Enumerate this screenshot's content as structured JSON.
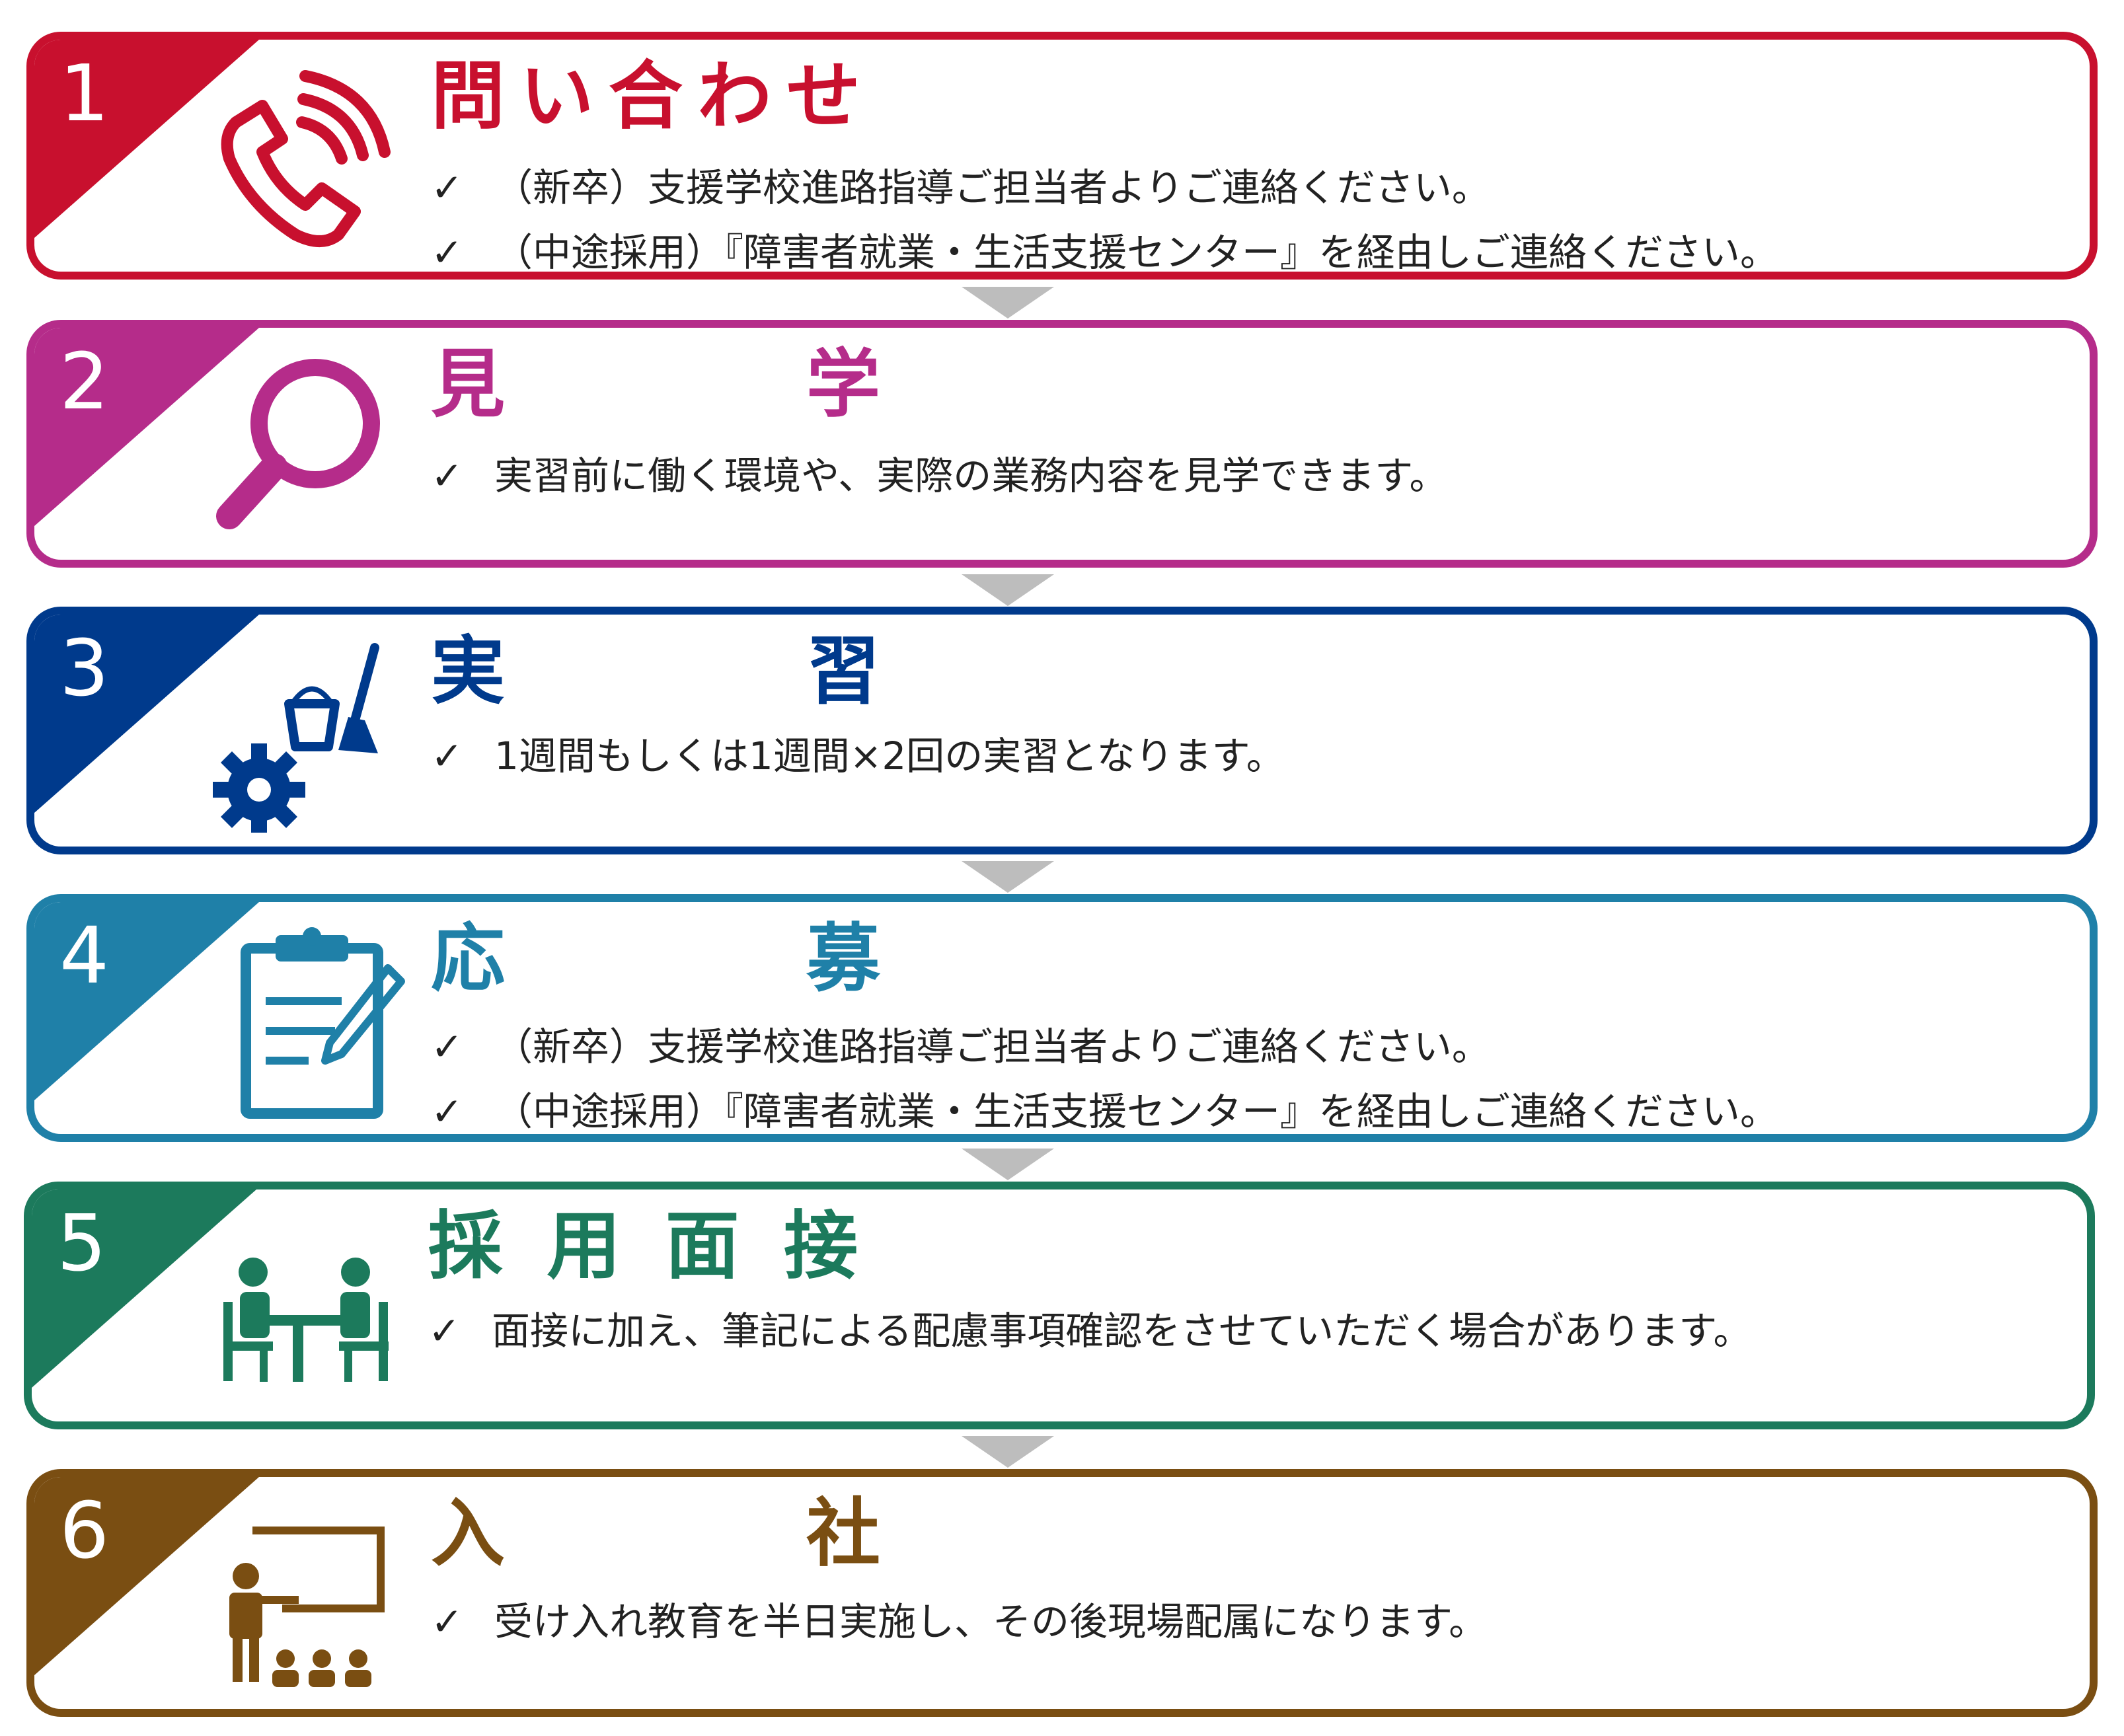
{
  "steps": [
    {
      "number": "1",
      "color": "#c8102e",
      "icon": "phone-icon",
      "title_chars": [
        "問",
        "い",
        "合",
        "わ",
        "せ"
      ],
      "bullets": [
        {
          "mark": "✓",
          "text": "（新卒）支援学校進路指導ご担当者よりご連絡ください。"
        },
        {
          "mark": "✓",
          "text": "（中途採用）『障害者就業・生活支援センター』を経由しご連絡ください。"
        }
      ]
    },
    {
      "number": "2",
      "color": "#b52c8a",
      "icon": "magnifier-icon",
      "title_chars": [
        "見",
        "学"
      ],
      "bullets": [
        {
          "mark": "✓",
          "text": "実習前に働く環境や、実際の業務内容を見学できます。"
        }
      ]
    },
    {
      "number": "3",
      "color": "#003a8c",
      "icon": "cleaning-gear-icon",
      "title_chars": [
        "実",
        "習"
      ],
      "bullets": [
        {
          "mark": "✓",
          "text": "1週間もしくは1週間×2回の実習となります。"
        }
      ]
    },
    {
      "number": "4",
      "color": "#1f80a8",
      "icon": "clipboard-pen-icon",
      "title_chars": [
        "応",
        "募"
      ],
      "bullets": [
        {
          "mark": "✓",
          "text": "（新卒）支援学校進路指導ご担当者よりご連絡ください。"
        },
        {
          "mark": "✓",
          "text": "（中途採用）『障害者就業・生活支援センター』を経由しご連絡ください。"
        }
      ]
    },
    {
      "number": "5",
      "color": "#1c7a5c",
      "icon": "interview-icon",
      "title_chars": [
        "採",
        "用",
        "面",
        "接"
      ],
      "bullets": [
        {
          "mark": "✓",
          "text": "面接に加え、筆記による配慮事項確認をさせていただく場合があります。"
        }
      ]
    },
    {
      "number": "6",
      "color": "#7a4e12",
      "icon": "presentation-icon",
      "title_chars": [
        "入",
        "社"
      ],
      "bullets": [
        {
          "mark": "✓",
          "text": "受け入れ教育を半日実施し、その後現場配属になります。"
        }
      ]
    }
  ]
}
